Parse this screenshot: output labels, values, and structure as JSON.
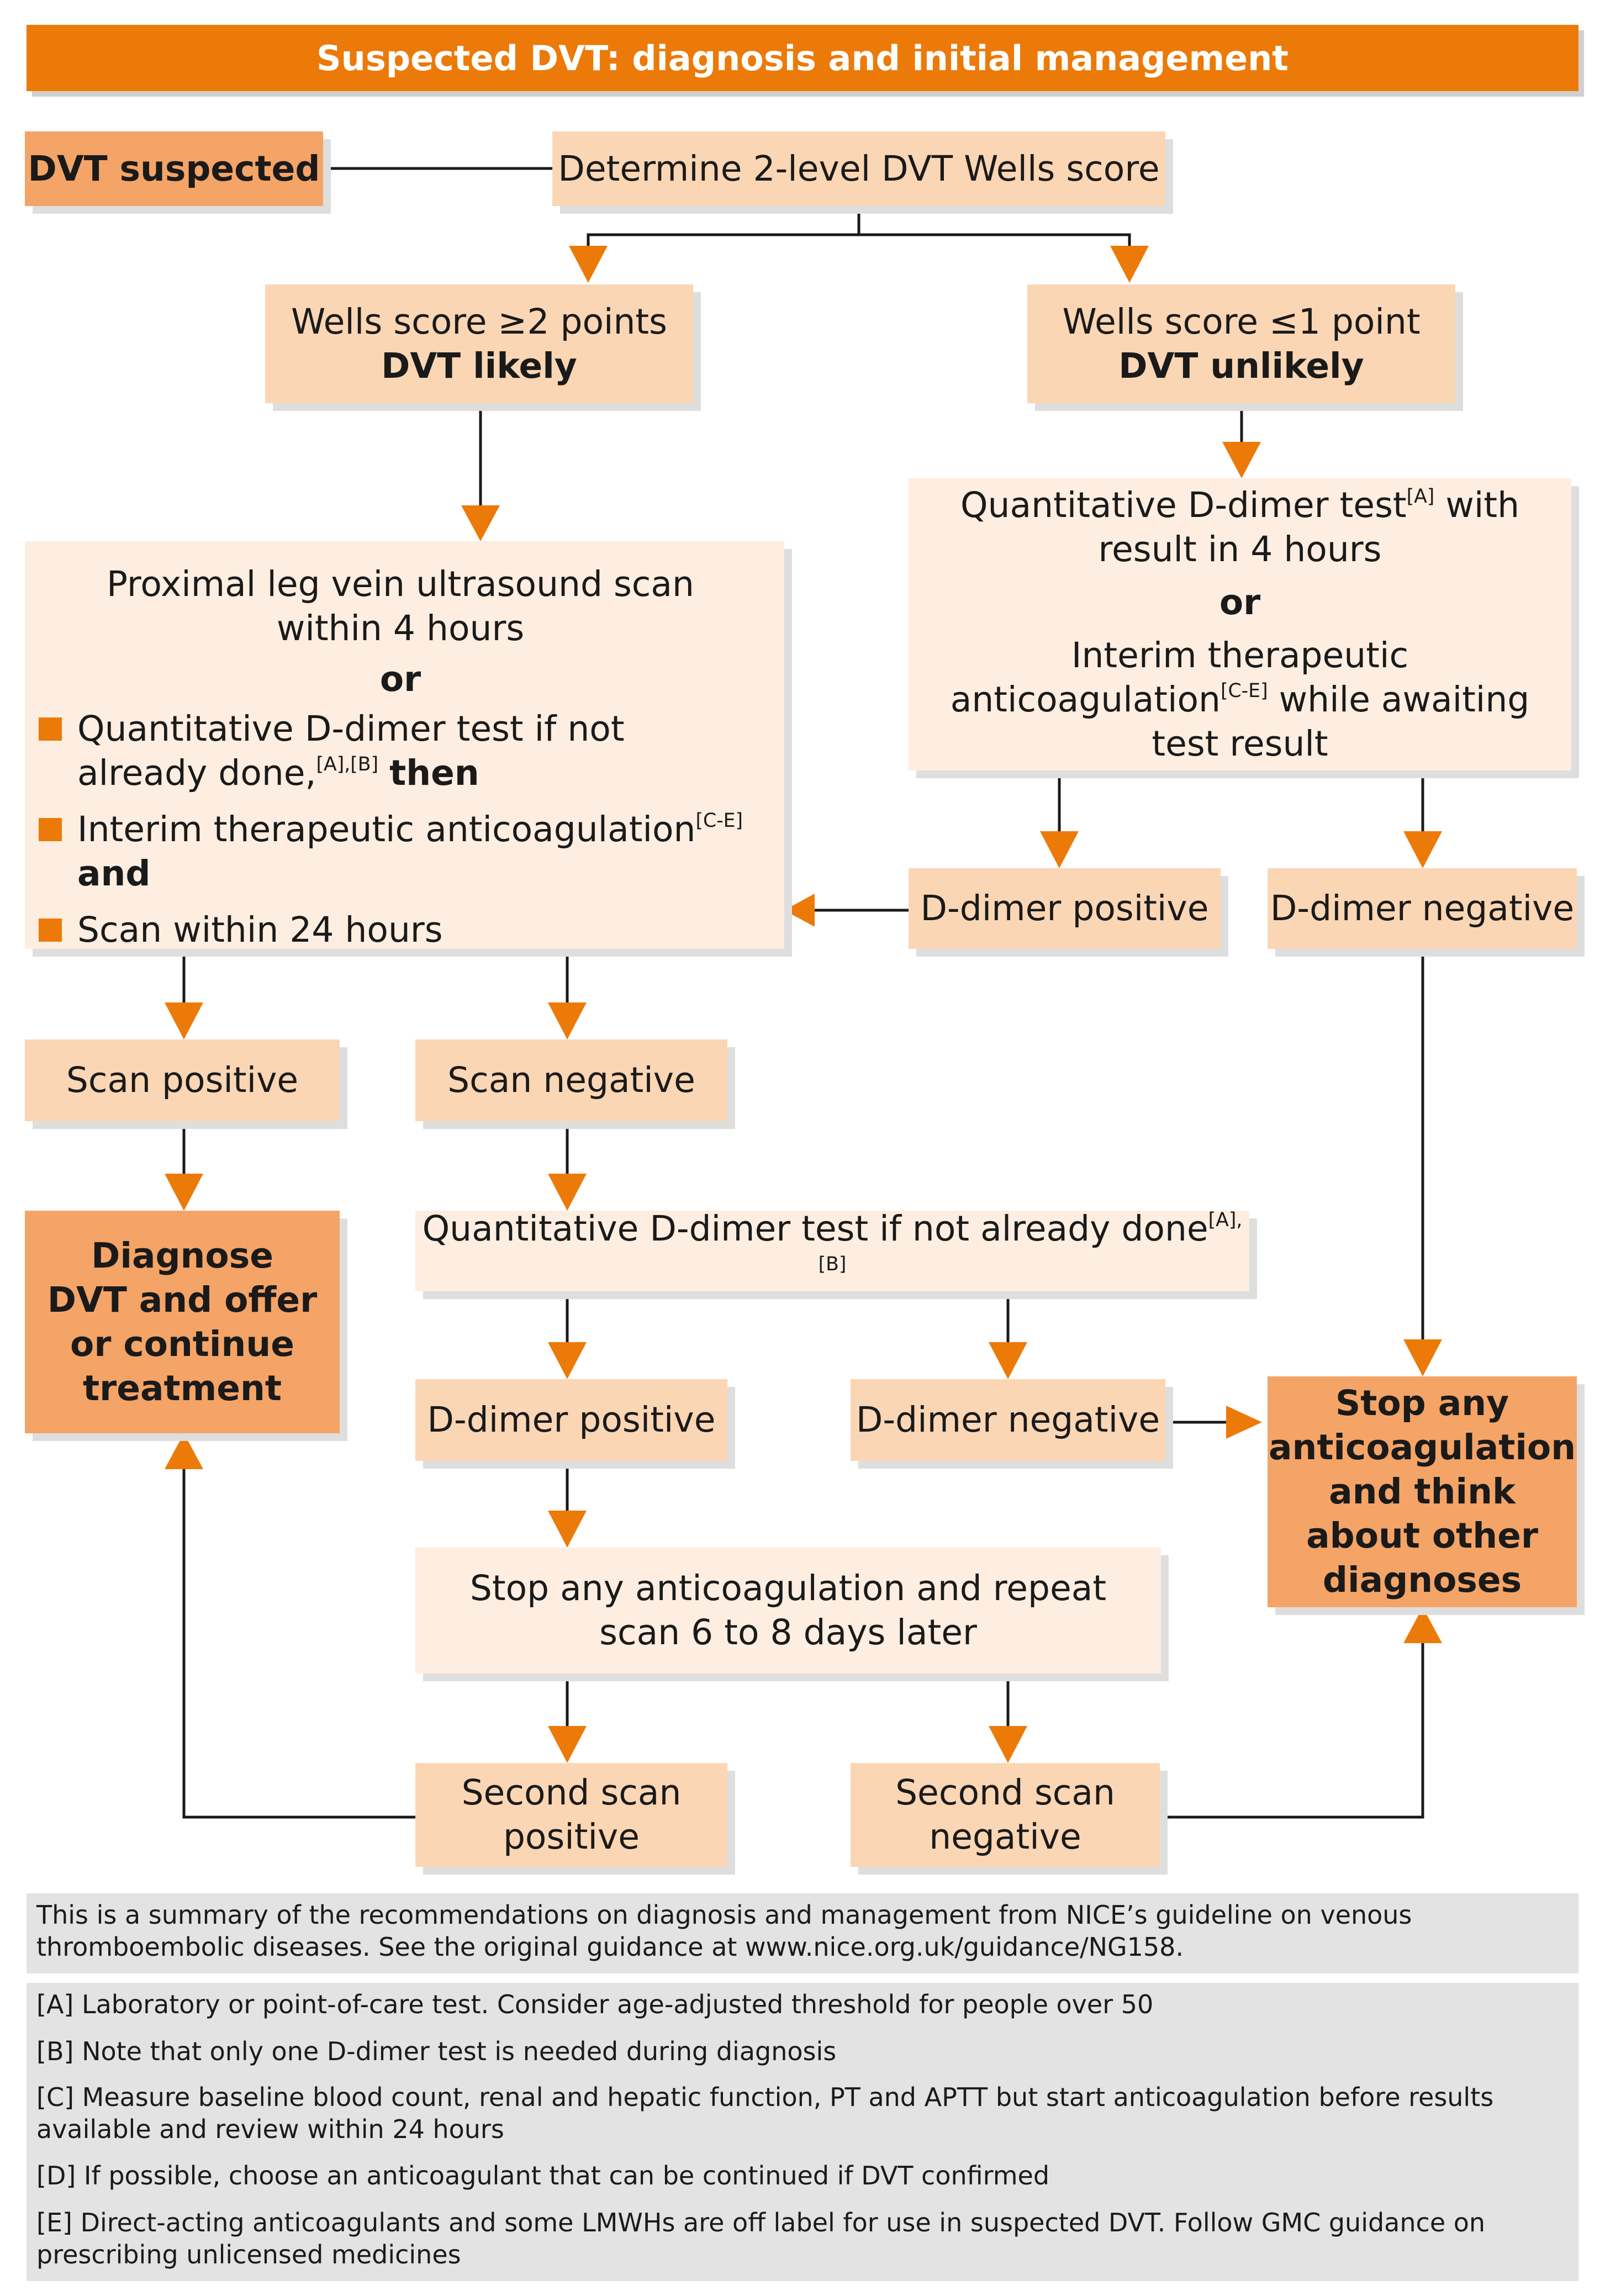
{
  "title": "Suspected DVT: diagnosis and initial management",
  "boxes": {
    "dvt_suspected": "DVT suspected",
    "determine_wells": "Determine 2-level DVT Wells score",
    "wells_likely_line1": "Wells score ≥2 points",
    "wells_likely_line2": "DVT likely",
    "wells_unlikely_line1": "Wells score ≤1 point",
    "wells_unlikely_line2": "DVT unlikely",
    "proximal_line1": "Proximal leg vein ultrasound scan within 4 hours",
    "proximal_or": "or",
    "proximal_bullet1_a": "Quantitative D-dimer test if not already done,",
    "proximal_bullet1_sup": "[A],[B]",
    "proximal_bullet1_b": "then",
    "proximal_bullet2_a": "Interim therapeutic anticoagulation",
    "proximal_bullet2_sup": "[C-E]",
    "proximal_bullet2_b": "and",
    "proximal_bullet3": "Scan within 24 hours",
    "qd_right_line1a": "Quantitative D-dimer test",
    "qd_right_line1_sup": "[A]",
    "qd_right_line1b": " with result in 4 hours",
    "qd_right_or": "or",
    "qd_right_line2a": "Interim therapeutic anticoagulation",
    "qd_right_line2_sup": "[C-E]",
    "qd_right_line2b": " while awaiting test result",
    "ddimer_positive_top": "D-dimer positive",
    "ddimer_negative_top": "D-dimer negative",
    "scan_positive": "Scan positive",
    "scan_negative": "Scan negative",
    "diagnose": "Diagnose DVT and offer or continue treatment",
    "qd_middle_a": "Quantitative D-dimer test if not already done",
    "qd_middle_sup": "[A],[B]",
    "ddimer_positive_mid": "D-dimer positive",
    "ddimer_negative_mid": "D-dimer negative",
    "stop_any": "Stop any anticoagulation and think about other diagnoses",
    "stop_repeat": "Stop any anticoagulation and repeat scan 6 to 8 days later",
    "second_pos": "Second scan positive",
    "second_neg": "Second scan negative"
  },
  "footer": {
    "summary": "This is a summary of the recommendations on diagnosis and management from NICE’s guideline on venous thromboembolic diseases. See the original guidance at www.nice.org.uk/guidance/NG158.",
    "notes": [
      "[A] Laboratory or point-of-care test. Consider age-adjusted threshold for people over 50",
      "[B] Note that only one D-dimer test is needed during diagnosis",
      "[C] Measure baseline blood count, renal and hepatic function, PT and APTT but start anticoagulation before results available and review within 24 hours",
      "[D] If possible, choose an anticoagulant that can be continued if DVT confirmed",
      "[E] Direct-acting anticoagulants and some LMWHs are off label for use in suspected DVT. Follow GMC guidance on prescribing unlicensed medicines"
    ]
  },
  "colors": {
    "accent": "#ec7a08",
    "dark_box": "#f4a466",
    "medium_box": "#fbd6b4",
    "light_box": "#fdeee1"
  }
}
